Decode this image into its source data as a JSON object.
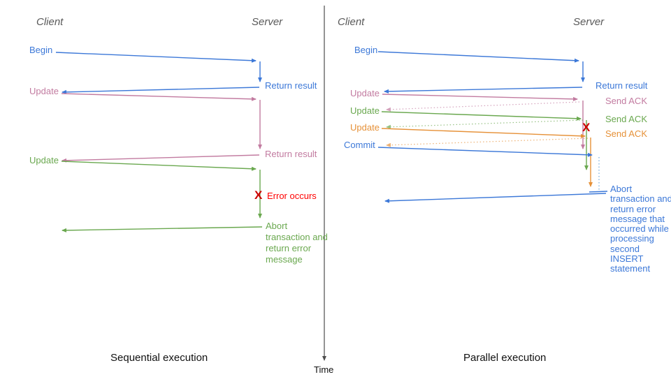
{
  "diagram": {
    "time_axis_label": "Time",
    "colors": {
      "blue": "#3c78d8",
      "pink": "#c27ba0",
      "green": "#6aa84f",
      "orange": "#e69138",
      "red_x": "#cc0000",
      "red_text": "#ff0000",
      "axis": "#4d4d4d",
      "header_gray": "#595959"
    },
    "panels": {
      "sequential": {
        "client_header": "Client",
        "server_header": "Server",
        "caption": "Sequential execution",
        "messages": {
          "begin": "Begin",
          "return_result_1": "Return result",
          "update_1": "Update",
          "return_result_2": "Return result",
          "update_2": "Update",
          "error_x": "X",
          "error_label": "Error occurs",
          "abort_note": "Abort transaction and return error message"
        }
      },
      "parallel": {
        "client_header": "Client",
        "server_header": "Server",
        "caption": "Parallel execution",
        "messages": {
          "begin": "Begin",
          "return_result": "Return result",
          "update_1": "Update",
          "send_ack_1": "Send ACK",
          "update_2": "Update",
          "send_ack_2": "Send ACK",
          "update_3": "Update",
          "send_ack_3": "Send ACK",
          "commit": "Commit",
          "error_x": "X",
          "abort_note": "Abort transaction and return error message that occurred while processing second INSERT statement"
        }
      }
    }
  }
}
